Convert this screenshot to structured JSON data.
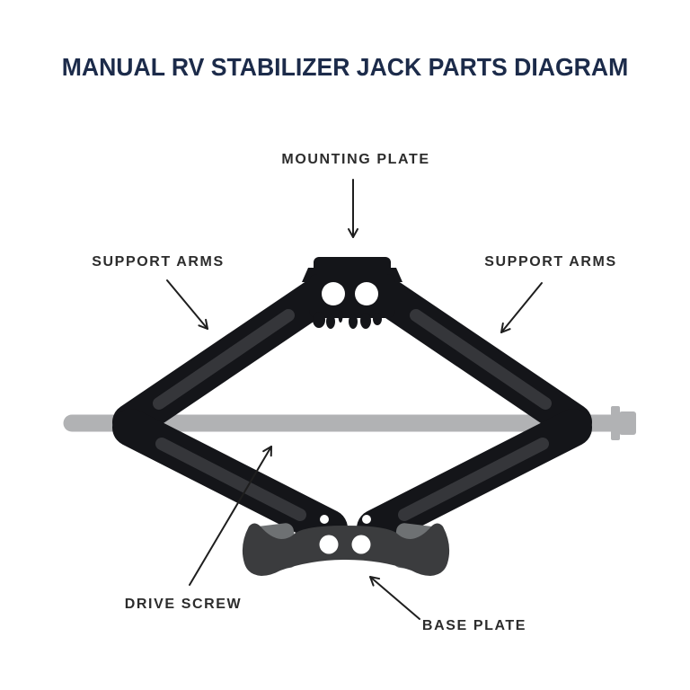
{
  "title": "MANUAL RV STABILIZER JACK PARTS DIAGRAM",
  "labels": {
    "mounting_plate": "MOUNTING PLATE",
    "support_arms_left": "SUPPORT ARMS",
    "support_arms_right": "SUPPORT ARMS",
    "drive_screw": "DRIVE SCREW",
    "base_plate": "BASE PLATE"
  },
  "parts_shown": [
    "MOUNTING PLATE",
    "SUPPORT ARMS",
    "DRIVE SCREW",
    "BASE PLATE"
  ],
  "colors": {
    "title": "#1c2b4a",
    "label": "#2c2c2c",
    "arm": "#141519",
    "arm_slot": "#35363a",
    "screw": "#b1b2b4",
    "base": "#3b3c3e",
    "base_wing": "#6e7173",
    "arrow": "#1e1e1e",
    "background": "#ffffff"
  }
}
